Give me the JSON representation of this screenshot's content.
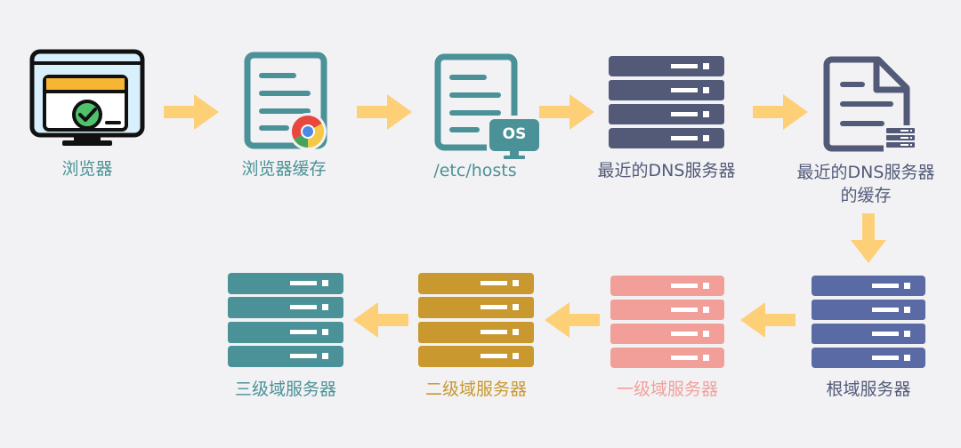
{
  "colors": {
    "teal": "#4a9297",
    "slate": "#525a78",
    "blue": "#5a6aa5",
    "gold": "#c9982f",
    "pink": "#f29f9a",
    "arrow": "#fdd077",
    "chrome_red": "#e8473d",
    "chrome_yellow": "#f7c845",
    "chrome_green": "#45a45c",
    "chrome_blue": "#4c89e8"
  },
  "row1": {
    "browser": {
      "label": "浏览器",
      "icon": "browser-window-check-icon"
    },
    "browser_cache": {
      "label": "浏览器缓存",
      "icon": "document-chrome-icon"
    },
    "hosts": {
      "label": "/etc/hosts",
      "icon": "document-os-icon",
      "badge": "OS"
    },
    "nearest_dns": {
      "label": "最近的DNS服务器",
      "icon": "server-icon"
    },
    "nearest_dns_cache": {
      "label_line1": "最近的DNS服务器",
      "label_line2": "的缓存",
      "icon": "file-server-icon"
    }
  },
  "row2": {
    "root": {
      "label": "根域服务器",
      "icon": "server-icon"
    },
    "first_level": {
      "label": "一级域服务器",
      "icon": "server-icon"
    },
    "second_level": {
      "label": "二级域服务器",
      "icon": "server-icon"
    },
    "third_level": {
      "label": "三级域服务器",
      "icon": "server-icon"
    }
  }
}
